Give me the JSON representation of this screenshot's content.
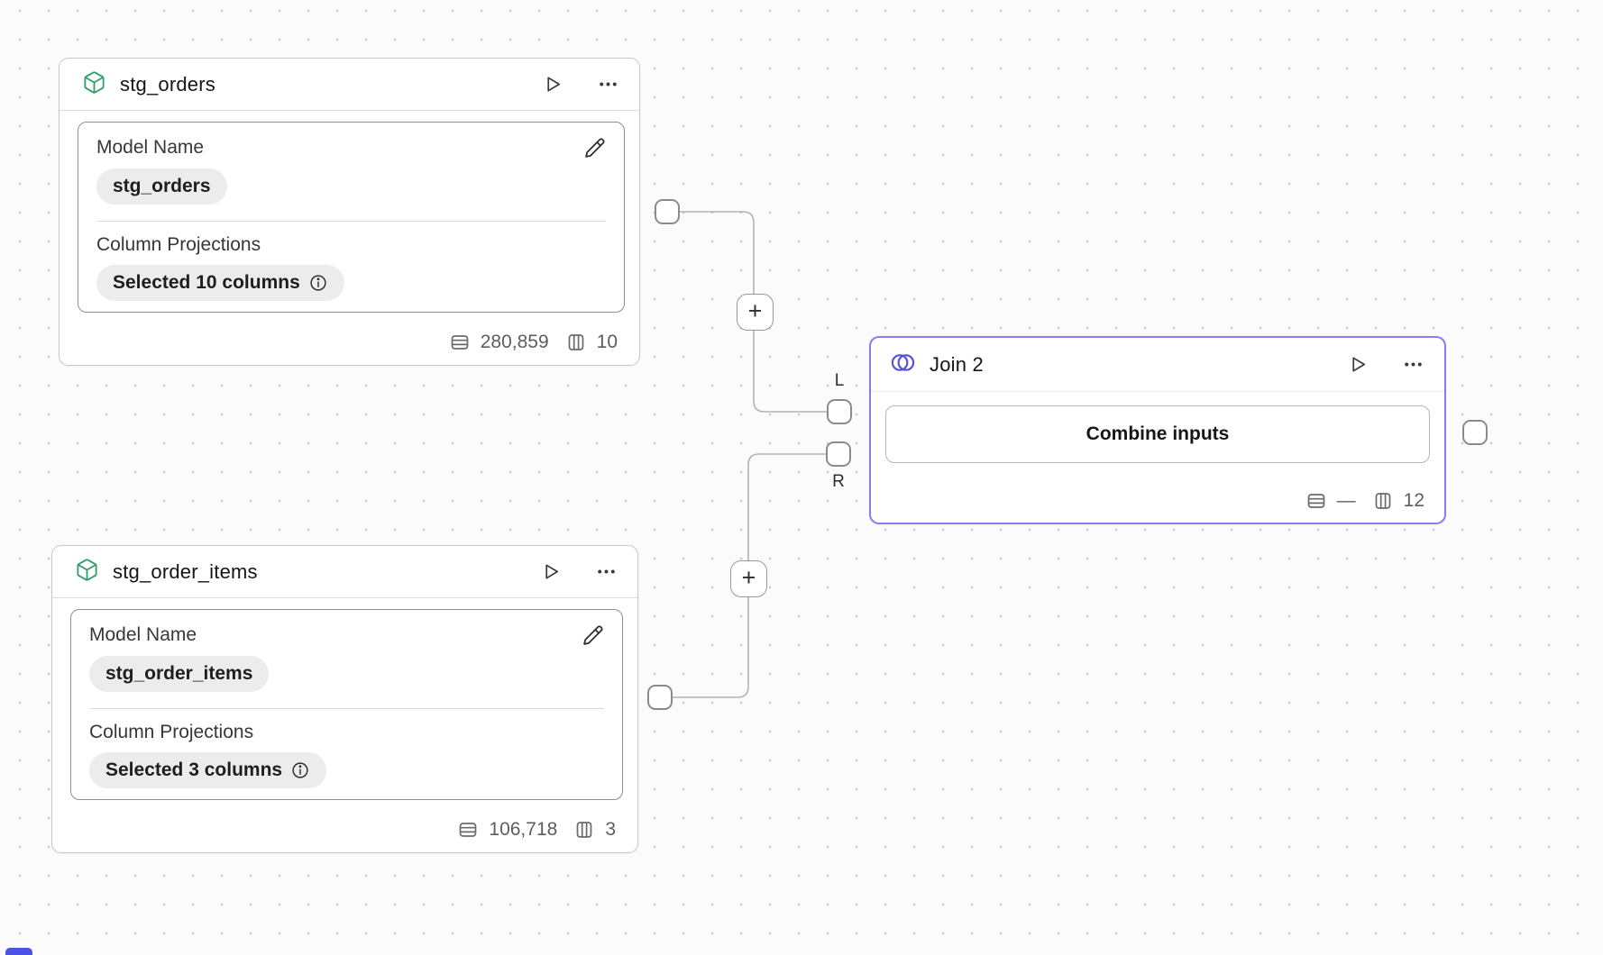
{
  "colors": {
    "join_border": "#8b7af2",
    "join_icon": "#5454d4",
    "model_icon_green": "#2f9e68",
    "corner_control_blue": "#4c52e8",
    "edge_gray": "#b3b3b3"
  },
  "nodes": {
    "stg_orders": {
      "title": "stg_orders",
      "model_name_label": "Model Name",
      "model_name_value": "stg_orders",
      "projections_label": "Column Projections",
      "projections_value": "Selected 10 columns",
      "row_count": "280,859",
      "column_count": "10"
    },
    "stg_order_items": {
      "title": "stg_order_items",
      "model_name_label": "Model Name",
      "model_name_value": "stg_order_items",
      "projections_label": "Column Projections",
      "projections_value": "Selected 3 columns",
      "row_count": "106,718",
      "column_count": "3"
    },
    "join": {
      "title": "Join 2",
      "button_label": "Combine inputs",
      "row_count": "—",
      "column_count": "12"
    }
  },
  "edges": {
    "left_port_label": "L",
    "right_port_label": "R",
    "add_step_label": "+"
  }
}
